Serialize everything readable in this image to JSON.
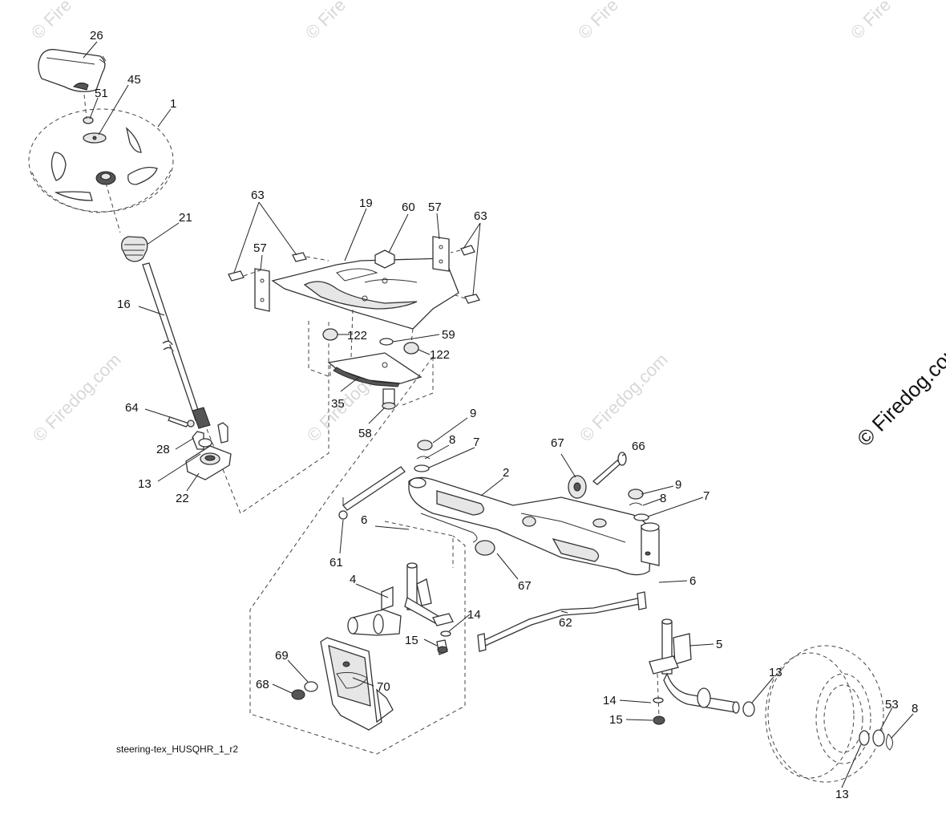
{
  "watermark": {
    "text": "© Firedog.com",
    "small": "© Fire",
    "small2": "© Fire"
  },
  "caption": "steering-tex_HUSQHR_1_r2",
  "callouts": {
    "c26": "26",
    "c45": "45",
    "c51": "51",
    "c1": "1",
    "c21": "21",
    "c16": "16",
    "c64": "64",
    "c28": "28",
    "c13a": "13",
    "c22": "22",
    "c63a": "63",
    "c19": "19",
    "c60": "60",
    "c57a": "57",
    "c63b": "63",
    "c57b": "57",
    "c122a": "122",
    "c59": "59",
    "c122b": "122",
    "c35": "35",
    "c58": "58",
    "c9a": "9",
    "c8a": "8",
    "c7a": "7",
    "c67a": "67",
    "c66": "66",
    "c2": "2",
    "c9b": "9",
    "c8b": "8",
    "c7b": "7",
    "c6a": "6",
    "c61": "61",
    "c67b": "67",
    "c6b": "6",
    "c4": "4",
    "c14a": "14",
    "c15a": "15",
    "c62": "62",
    "c5": "5",
    "c69": "69",
    "c68": "68",
    "c70": "70",
    "c13b": "13",
    "c14b": "14",
    "c15b": "15",
    "c53": "53",
    "c8c": "8",
    "c13c": "13"
  }
}
